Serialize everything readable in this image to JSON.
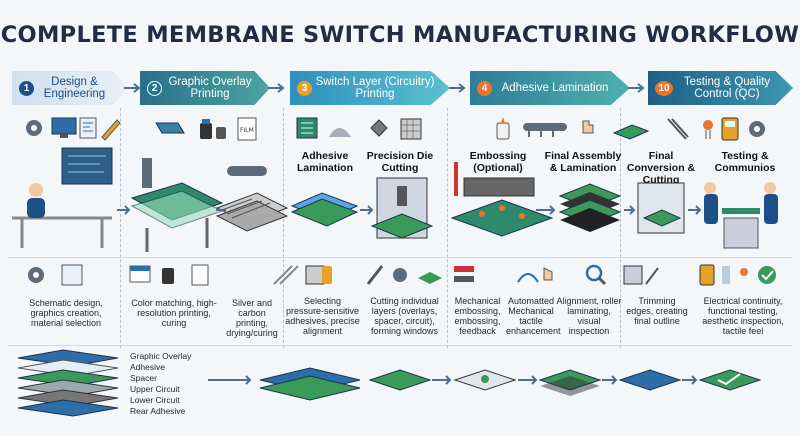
{
  "title": "COMPLETE MEMBRANE SWITCH MANUFACTURING WORKFLOW",
  "header_steps": [
    {
      "num": "1",
      "label": "Design & Engineering",
      "color": "#1e4f86"
    },
    {
      "num": "2",
      "label": "Graphic Overlay Printing",
      "color": "#1f7a8c"
    },
    {
      "num": "3",
      "label": "Switch Layer (Circuitry) Printing",
      "color": "#2e9ab0"
    },
    {
      "num": "4",
      "label": "Adhesive Lamination",
      "color": "#2f8a9c"
    },
    {
      "num": "10",
      "label": "Testing & Quality Control (QC)",
      "color": "#236a8f"
    }
  ],
  "stages": [
    {
      "label": "Adhesive Lamination"
    },
    {
      "label": "Precision Die Cutting"
    },
    {
      "label": "Embossing (Optional)"
    },
    {
      "label": "Final Assembly & Lamination"
    },
    {
      "label": "Final Conversion & Cutting"
    },
    {
      "label": "Testing & Communios"
    }
  ],
  "film_label": "FILM",
  "captions": [
    "Schematic design, graphics creation, material selection",
    "Color matching, high-resolution printing, curing",
    "Silver and carbon printing, drying/curing",
    "Selecting pressure-sensitive adhesives, precise alignment",
    "Cutting individual layers (overlays, spacer, circuit), forming windows",
    "Mechanical embossing, embossing, feedback",
    "Automatted Mechanical tactile enhancement",
    "Alignment, roller laminating, visual inspection",
    "Trimming edges, creating final outline",
    "Electrical continuity, functional testing, aesthetic inspection, tactile feel"
  ],
  "layers": [
    "Graphic Overlay",
    "Adhesive",
    "Spacer",
    "Upper Circuit",
    "Lower Circuit",
    "Rear Adhesive"
  ],
  "colors": {
    "accent_blue": "#1e4f86",
    "teal": "#2e9ab0",
    "green": "#3a9a5a",
    "orange": "#e8762c"
  }
}
